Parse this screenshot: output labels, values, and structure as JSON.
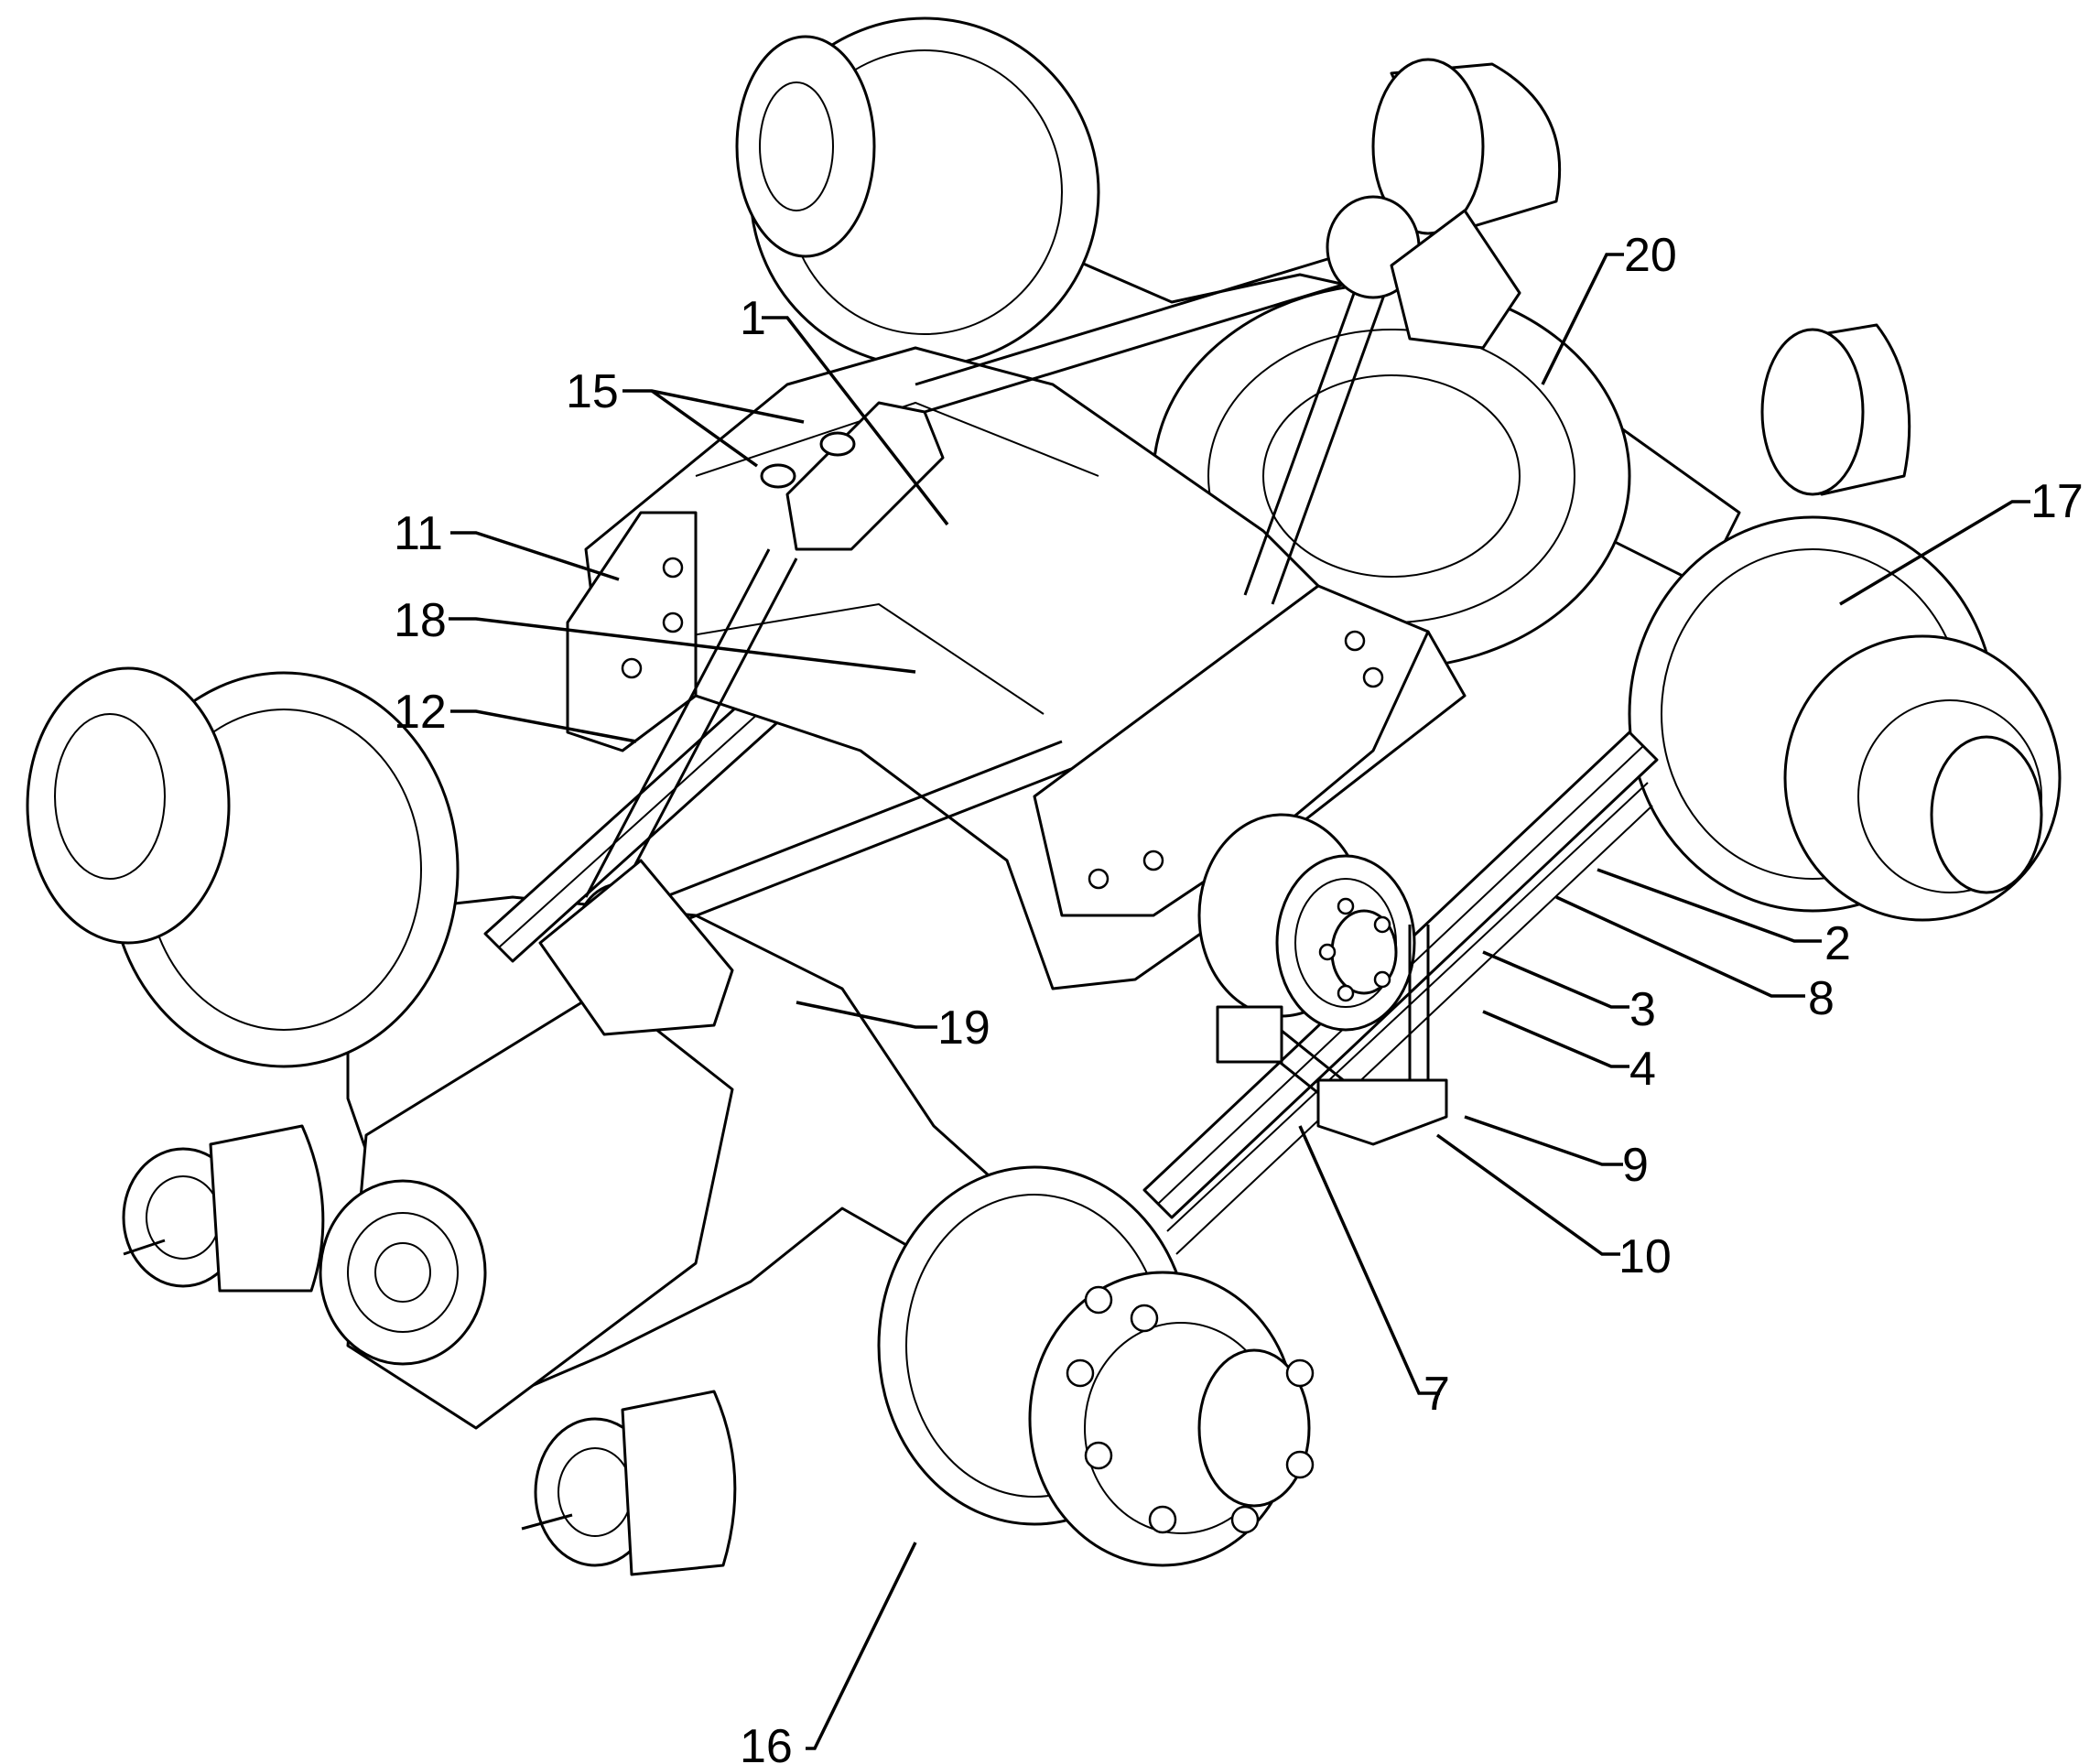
{
  "figure": {
    "type": "patent line drawing",
    "subject": "tandem axle suspension assembly (isometric view)",
    "line_color": "#000000",
    "background_color": "#ffffff"
  },
  "labels": [
    {
      "id": "1",
      "text": "1"
    },
    {
      "id": "2",
      "text": "2"
    },
    {
      "id": "3",
      "text": "3"
    },
    {
      "id": "4",
      "text": "4"
    },
    {
      "id": "7",
      "text": "7"
    },
    {
      "id": "8",
      "text": "8"
    },
    {
      "id": "9",
      "text": "9"
    },
    {
      "id": "10",
      "text": "10"
    },
    {
      "id": "11",
      "text": "11"
    },
    {
      "id": "12",
      "text": "12"
    },
    {
      "id": "15",
      "text": "15"
    },
    {
      "id": "16",
      "text": "16"
    },
    {
      "id": "17",
      "text": "17"
    },
    {
      "id": "18",
      "text": "18"
    },
    {
      "id": "19",
      "text": "19"
    },
    {
      "id": "20",
      "text": "20"
    }
  ]
}
